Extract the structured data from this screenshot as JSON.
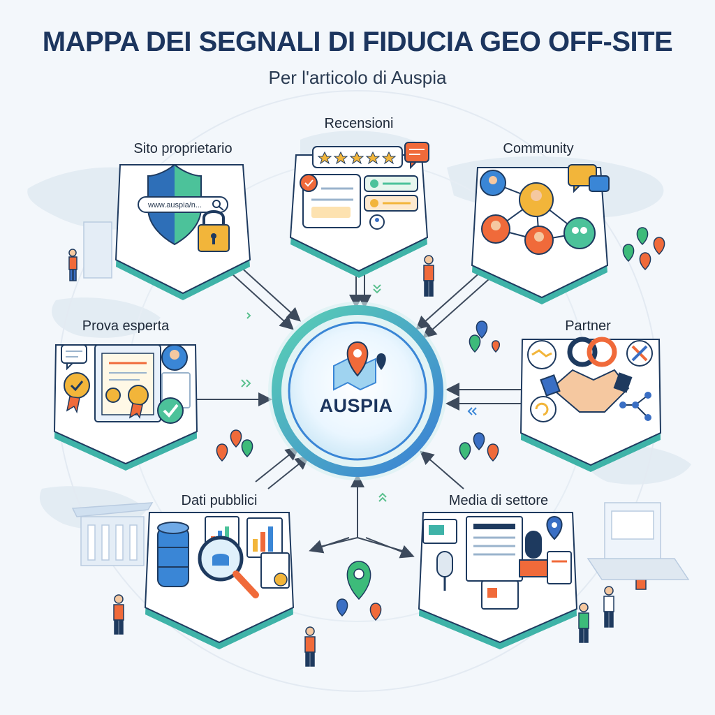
{
  "header": {
    "title": "MAPPA DEI SEGNALI DI FIDUCIA GEO OFF-SITE",
    "subtitle": "Per l'articolo di Auspia"
  },
  "hub": {
    "label": "AUSPIA"
  },
  "nodes": [
    {
      "id": "sito",
      "label": "Sito proprietario",
      "url_text": "www.auspia/n..."
    },
    {
      "id": "recensioni",
      "label": "Recensioni"
    },
    {
      "id": "community",
      "label": "Community"
    },
    {
      "id": "prova",
      "label": "Prova esperta"
    },
    {
      "id": "partner",
      "label": "Partner"
    },
    {
      "id": "dati",
      "label": "Dati pubblici"
    },
    {
      "id": "media",
      "label": "Media di settore"
    }
  ],
  "colors": {
    "title": "#1c355e",
    "teal": "#3fb3a8",
    "hub_blue": "#3a86d6",
    "pin_orange": "#f06a3a",
    "pin_green": "#3dbb7a",
    "pin_blue": "#3a6fc4",
    "gold": "#f2b53a",
    "panel_border": "#1e3a5f"
  }
}
